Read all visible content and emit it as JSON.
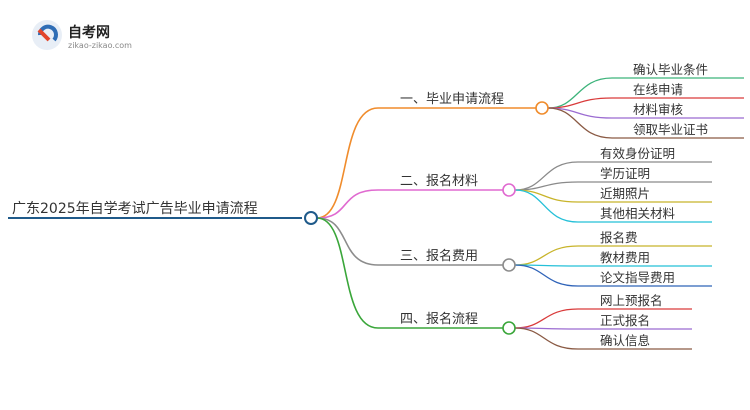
{
  "logo": {
    "title": "自考网",
    "url": "zikao-zikao.com"
  },
  "root": {
    "label": "广东2025年自学考试广告毕业申请流程",
    "color": "#1f5a8a"
  },
  "branches": [
    {
      "label": "一、毕业申请流程",
      "color": "#f08c2c",
      "children": [
        {
          "label": "确认毕业条件",
          "color": "#3cb37a"
        },
        {
          "label": "在线申请",
          "color": "#d93b3b"
        },
        {
          "label": "材料审核",
          "color": "#9b6bd1"
        },
        {
          "label": "领取毕业证书",
          "color": "#8a5a44"
        }
      ]
    },
    {
      "label": "二、报名材料",
      "color": "#e06ad0",
      "children": [
        {
          "label": "有效身份证明",
          "color": "#8a8a8a"
        },
        {
          "label": "学历证明",
          "color": "#8a8a8a"
        },
        {
          "label": "近期照片",
          "color": "#c8b42a"
        },
        {
          "label": "其他相关材料",
          "color": "#25c0d8"
        }
      ]
    },
    {
      "label": "三、报名费用",
      "color": "#8c8c8c",
      "children": [
        {
          "label": "报名费",
          "color": "#c8b42a"
        },
        {
          "label": "教材费用",
          "color": "#25c0d8"
        },
        {
          "label": "论文指导费用",
          "color": "#2f63b8"
        }
      ]
    },
    {
      "label": "四、报名流程",
      "color": "#3aa63a",
      "children": [
        {
          "label": "网上预报名",
          "color": "#d93b3b"
        },
        {
          "label": "正式报名",
          "color": "#9b6bd1"
        },
        {
          "label": "确认信息",
          "color": "#8a5a44"
        }
      ]
    }
  ]
}
